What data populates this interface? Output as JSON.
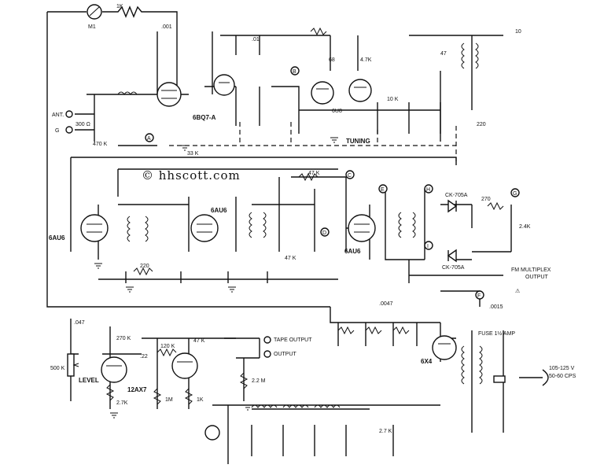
{
  "watermark": "© hhscott.com",
  "tubes": [
    {
      "id": "V1A",
      "name": "6BQ7-A"
    },
    {
      "id": "V1B",
      "name": "6BQ7-A"
    },
    {
      "id": "V2",
      "name": "6U8"
    },
    {
      "id": "V3",
      "name": "6AU6"
    },
    {
      "id": "V4",
      "name": "6AU6"
    },
    {
      "id": "V5",
      "name": "6AU6"
    },
    {
      "id": "V6",
      "name": "12AX7"
    },
    {
      "id": "V7",
      "name": "6X4"
    }
  ],
  "labels": {
    "tuning": "TUNING",
    "antenna": "ANT.",
    "ground": "G",
    "ohm300": "300 Ω",
    "level": "LEVEL",
    "tape_output": "TAPE OUTPUT",
    "output": "OUTPUT",
    "fm_multiplex": "FM MULTIPLEX",
    "output2": "OUTPUT",
    "fuse": "FUSE 1½ AMP",
    "ac_line": "105-125 V",
    "ac_freq": "50-60 CPS",
    "diode1": "CK-705A",
    "diode2": "CK-705A"
  },
  "resistors": [
    {
      "ref": "R2",
      "value": "1K"
    },
    {
      "ref": "R4",
      "value": "470 K"
    },
    {
      "ref": "R5",
      "value": "33 K"
    },
    {
      "ref": "R7",
      "value": "68"
    },
    {
      "ref": "R8",
      "value": "4.7K"
    },
    {
      "ref": "R9",
      "value": "10 K"
    },
    {
      "ref": "R10",
      "value": "220"
    },
    {
      "ref": "R11",
      "value": "47 K"
    },
    {
      "ref": "R16",
      "value": "220"
    },
    {
      "ref": "R19",
      "value": "47 K"
    },
    {
      "ref": "R22",
      "value": "270"
    },
    {
      "ref": "R23",
      "value": "2.4K"
    },
    {
      "ref": "R25",
      "value": "500 K"
    },
    {
      "ref": "R26",
      "value": "270 K"
    },
    {
      "ref": "R27",
      "value": "2.7K"
    },
    {
      "ref": "R28",
      "value": "120 K"
    },
    {
      "ref": "R30",
      "value": "47 K"
    },
    {
      "ref": "R31",
      "value": "1M"
    },
    {
      "ref": "R32",
      "value": "1K"
    },
    {
      "ref": "R33",
      "value": "2.2 M"
    },
    {
      "ref": "R36",
      "value": "2.7 K"
    }
  ],
  "capacitors": [
    {
      "ref": "C8",
      "value": ".001"
    },
    {
      "ref": "C9",
      "value": ".01"
    },
    {
      "ref": "C22",
      "value": "10"
    },
    {
      "ref": "C24",
      "value": "47"
    },
    {
      "ref": "C25",
      "value": ".0047"
    },
    {
      "ref": "C30",
      "value": ".047"
    },
    {
      "ref": "C35",
      "value": ".0015"
    },
    {
      "ref": "C38",
      "value": ".22"
    }
  ],
  "test_points": [
    "A",
    "B",
    "C",
    "D",
    "E",
    "F",
    "G",
    "H",
    "I"
  ],
  "meter": "M1",
  "warning_glyph": "⚠",
  "ac_plug_glyph": "⏚"
}
